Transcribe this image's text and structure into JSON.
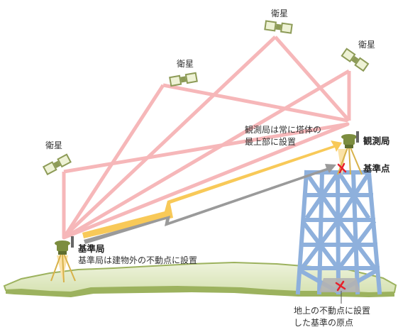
{
  "satellites": [
    {
      "label": "衛星"
    },
    {
      "label": "衛星"
    },
    {
      "label": "衛星"
    },
    {
      "label": "衛星"
    }
  ],
  "rover": {
    "title": "観測局",
    "note_line1": "観測局は常に塔体の",
    "note_line2": "最上部に設置"
  },
  "reference_point": {
    "label": "基準点"
  },
  "base": {
    "title": "基準局",
    "note": "基準局は建物外の不動点に設置"
  },
  "ground_point": {
    "line1": "地上の不動点に設置",
    "line2": "した基準の原点"
  },
  "colors": {
    "satellite_ray": "#f6b7b9",
    "forward_link": "#f8c958",
    "return_link": "#9a9a9a",
    "tower": "#8eb0dc",
    "ground": "#9cb25e",
    "marker": "#e8202a",
    "receiver": "#7c8d3f"
  }
}
